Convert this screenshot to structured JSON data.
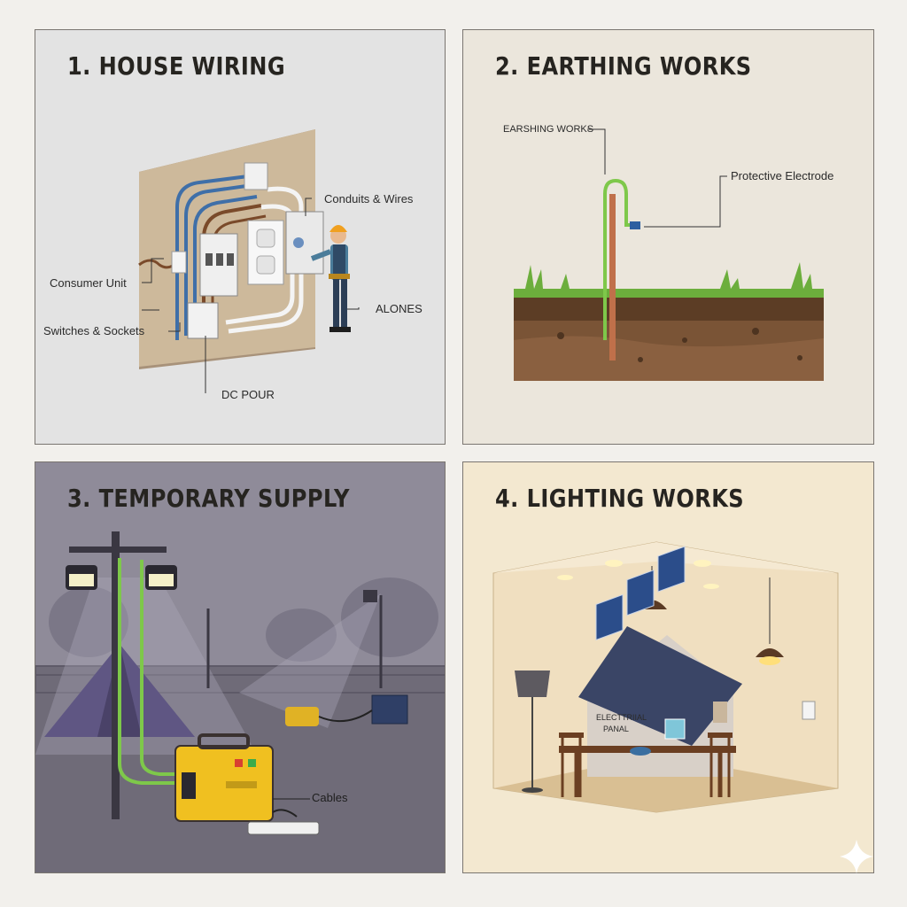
{
  "panels": [
    {
      "title": "1. HOUSE WIRING",
      "labels": {
        "conduits": "Conduits & Wires",
        "consumer_unit": "Consumer Unit",
        "switches": "Switches & Sockets",
        "alones": "ALONES",
        "dc_pour": "DC POUR"
      }
    },
    {
      "title": "2. EARTHING WORKS",
      "labels": {
        "earshing": "EARSHING WORKS",
        "electrode": "Protective Electrode"
      }
    },
    {
      "title": "3. TEMPORARY SUPPLY",
      "labels": {
        "cables": "Cables"
      }
    },
    {
      "title": "4. LIGHTING WORKS",
      "labels": {
        "panel_text_1": "ELECTTRIIAL",
        "panel_text_2": "PANAL"
      }
    }
  ],
  "colors": {
    "earth_green": "#7ec84a",
    "copper_rod": "#c0704a",
    "generator_yellow": "#f0c020",
    "soil_brown": "#7a5436"
  }
}
